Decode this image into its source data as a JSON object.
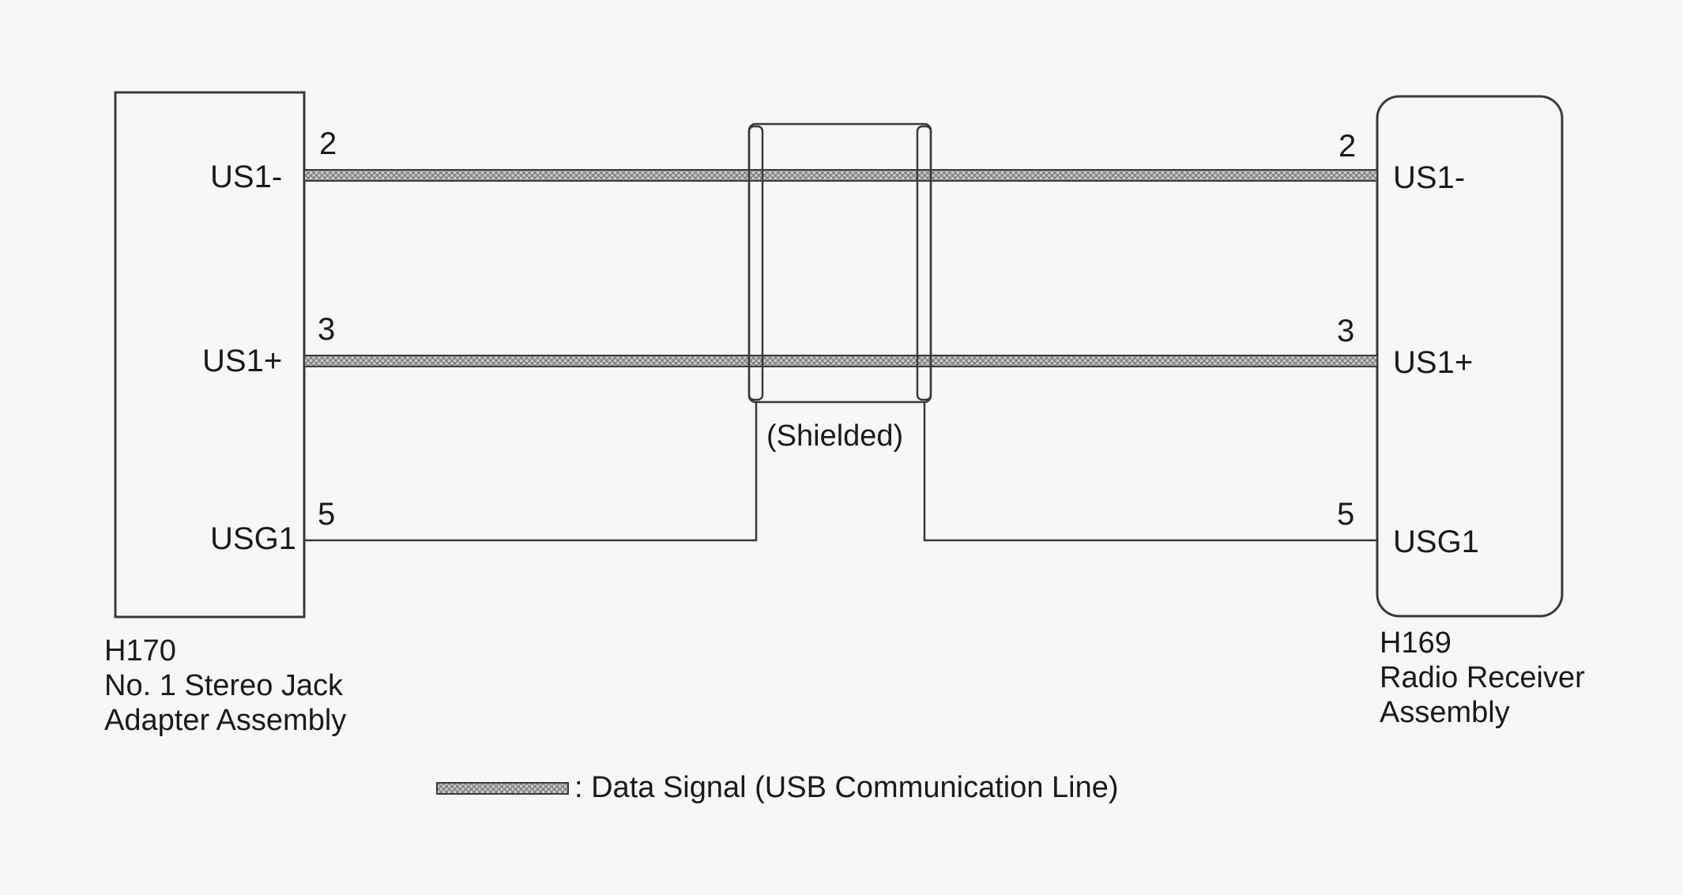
{
  "left_connector": {
    "code": "H170",
    "name_line1": "No. 1 Stereo Jack",
    "name_line2": "Adapter Assembly",
    "pins": [
      {
        "number": "2",
        "signal": "US1-"
      },
      {
        "number": "3",
        "signal": "US1+"
      },
      {
        "number": "5",
        "signal": "USG1"
      }
    ]
  },
  "right_connector": {
    "code": "H169",
    "name_line1": "Radio Receiver",
    "name_line2": "Assembly",
    "pins": [
      {
        "number": "2",
        "signal": "US1-"
      },
      {
        "number": "3",
        "signal": "US1+"
      },
      {
        "number": "5",
        "signal": "USG1"
      }
    ]
  },
  "shield": {
    "label": "(Shielded)"
  },
  "legend": {
    "text": ": Data Signal (USB Communication Line)"
  },
  "colors": {
    "line": "#3a3a3a",
    "background": "#f7f7f7"
  }
}
